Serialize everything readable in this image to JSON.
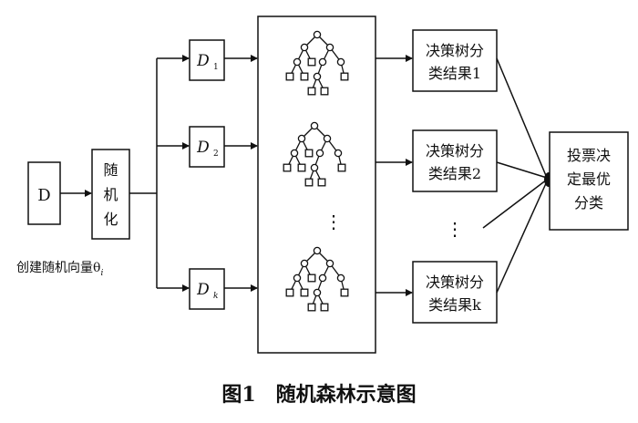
{
  "input_label": "D",
  "randomize_label": [
    "随",
    "机",
    "化"
  ],
  "random_vector_label": "创建随机向量θ",
  "random_vector_subscript": "i",
  "subsets": [
    {
      "letter": "D",
      "subscript": "1"
    },
    {
      "letter": "D",
      "subscript": "2"
    },
    {
      "letter": "D",
      "subscript": "k"
    }
  ],
  "ellipsis": "⋮",
  "results": [
    {
      "line1": "决策树分",
      "line2": "类结果1"
    },
    {
      "line1": "决策树分",
      "line2": "类结果2"
    },
    {
      "line1": "决策树分",
      "line2": "类结果k"
    }
  ],
  "vote_label": [
    "投票决",
    "定最优",
    "分类"
  ],
  "caption": "图1　随机森林示意图"
}
